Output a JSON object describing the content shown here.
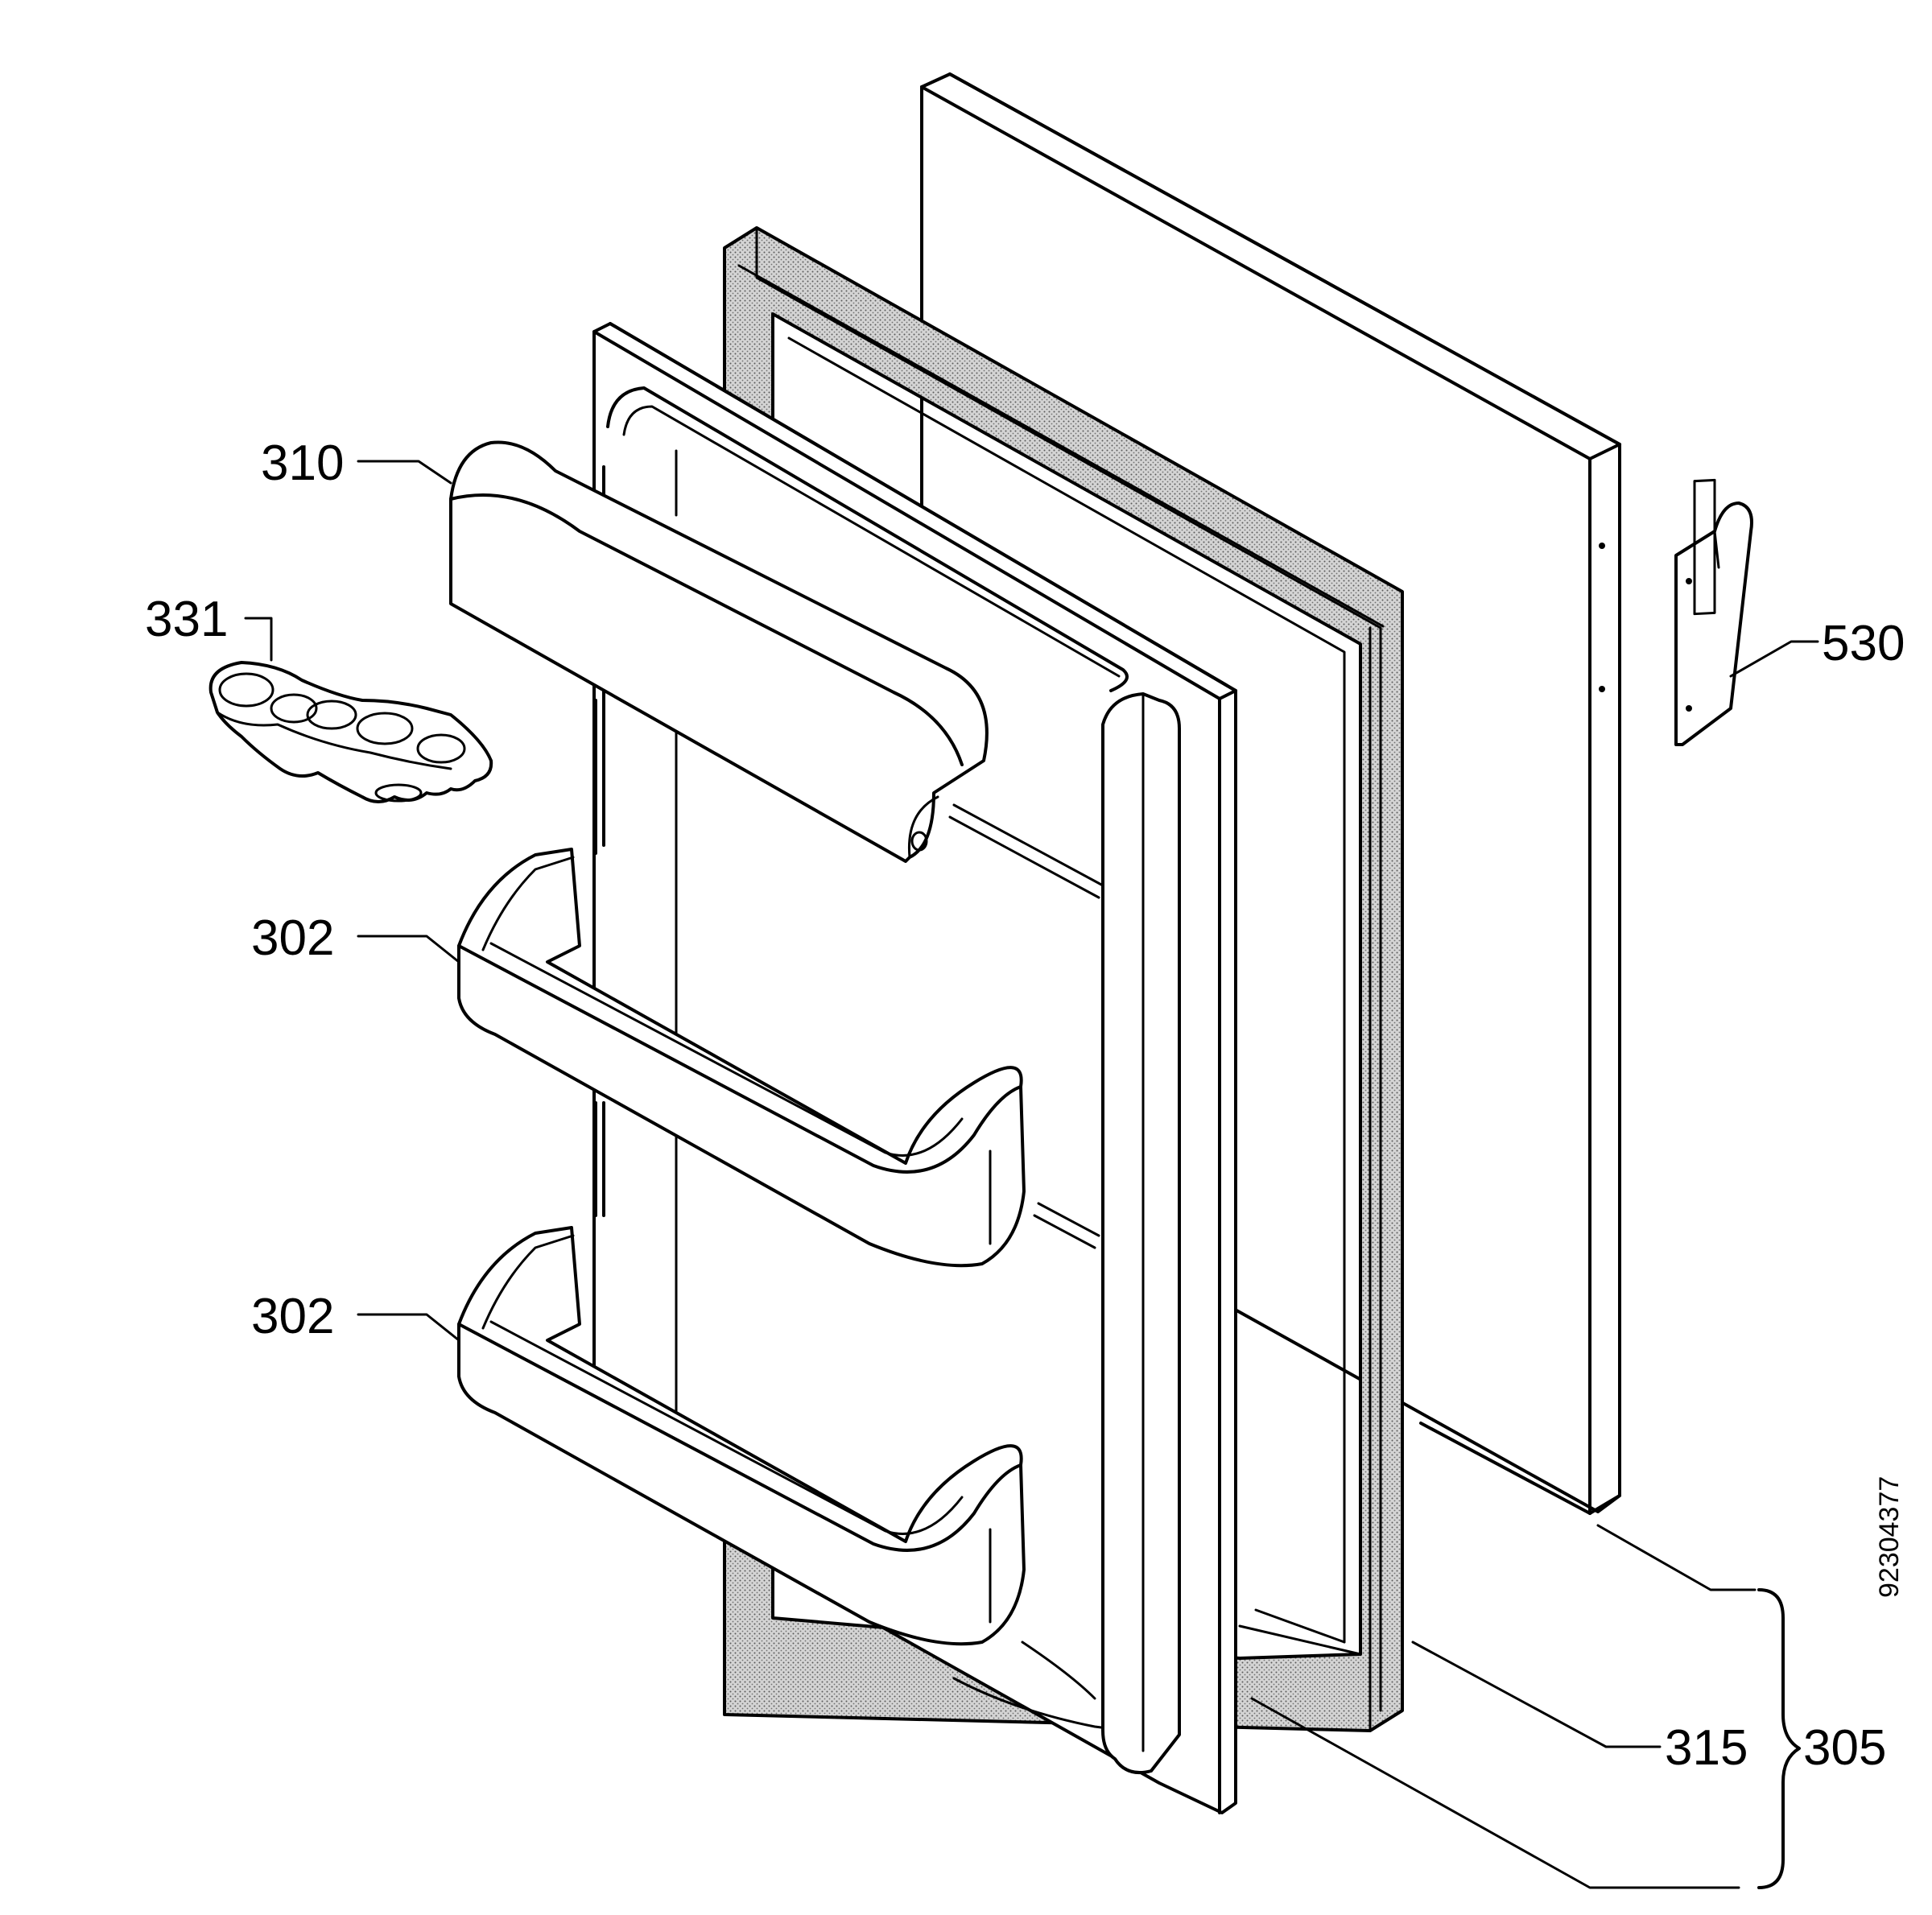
{
  "callouts": {
    "shelf_cover": "310",
    "egg_tray": "331",
    "upper_shelf": "302",
    "lower_shelf": "302",
    "hinge": "530",
    "gasket": "315",
    "door_assembly": "305"
  },
  "document_id": "92304377",
  "colors": {
    "ink": "#000000",
    "paper": "#ffffff",
    "gasket_fill": "#c8c8c8"
  }
}
